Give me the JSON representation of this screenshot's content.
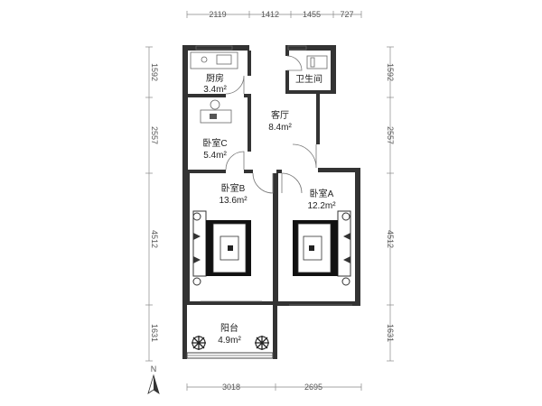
{
  "dimensions": {
    "top": [
      "2119",
      "1412",
      "1455",
      "727"
    ],
    "bottom": [
      "3018",
      "2695"
    ],
    "left": [
      "1592",
      "2557",
      "4512",
      "1631"
    ],
    "right": [
      "1592",
      "2557",
      "4512",
      "1631"
    ]
  },
  "rooms": {
    "kitchen": {
      "name": "厨房",
      "area": "3.4m²"
    },
    "bathroom": {
      "name": "卫生间"
    },
    "living": {
      "name": "客厅",
      "area": "8.4m²"
    },
    "bedroom_c": {
      "name": "卧室C",
      "area": "5.4m²"
    },
    "bedroom_b": {
      "name": "卧室B",
      "area": "13.6m²"
    },
    "bedroom_a": {
      "name": "卧室A",
      "area": "12.2m²"
    },
    "balcony": {
      "name": "阳台",
      "area": "4.9m²"
    }
  },
  "compass": {
    "label": "N"
  }
}
